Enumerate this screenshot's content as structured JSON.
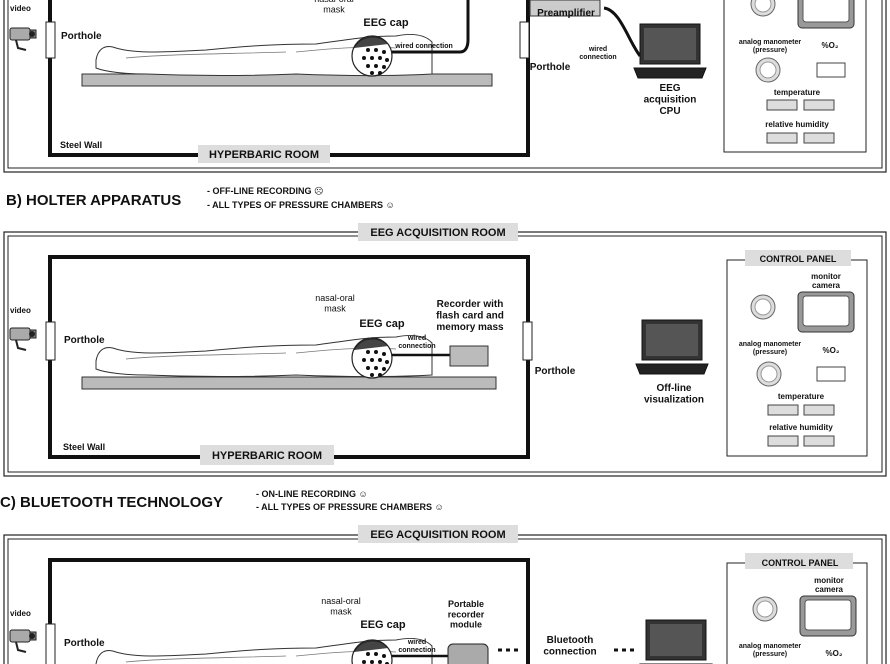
{
  "top": {
    "mask_label": "nasal-oral\nmask",
    "video_label": "video",
    "porthole_left": "Porthole",
    "eeg_cap": "EEG cap",
    "wired_connection": "wired connection",
    "preamplifier": "Preamplifier",
    "porthole_right": "Porthole",
    "wired_connection2": "wired\nconnection",
    "eeg_cpu": "EEG\nacquisition\nCPU",
    "steel_wall": "Steel Wall",
    "hyperbaric_room": "HYPERBARIC ROOM",
    "analog_manometer": "analog manometer\n(pressure)",
    "o2": "%O₂",
    "temperature": "temperature",
    "relative_humidity": "relative humidity"
  },
  "holter": {
    "title": "B) HOLTER APPARATUS",
    "note1": "- OFF-LINE RECORDING ☹",
    "note2": "- ALL TYPES OF PRESSURE CHAMBERS ☺",
    "acq_room": "EEG ACQUISITION ROOM",
    "video_label": "video",
    "porthole_left": "Porthole",
    "mask_label": "nasal-oral\nmask",
    "eeg_cap": "EEG cap",
    "recorder": "Recorder with\nflash card and\nmemory mass",
    "wired_connection": "wired\nconnection",
    "porthole_right": "Porthole",
    "offline_vis": "Off-line\nvisualization",
    "steel_wall": "Steel Wall",
    "hyperbaric_room": "HYPERBARIC ROOM",
    "control_panel": "CONTROL PANEL",
    "monitor_camera": "monitor\ncamera",
    "analog_manometer": "analog manometer\n(pressure)",
    "o2": "%O₂",
    "temperature": "temperature",
    "relative_humidity": "relative humidity"
  },
  "bluetooth": {
    "title": "C) BLUETOOTH TECHNOLOGY",
    "note1": "- ON-LINE RECORDING ☺",
    "note2": "- ALL TYPES OF PRESSURE CHAMBERS ☺",
    "acq_room": "EEG ACQUISITION ROOM",
    "video_label": "video",
    "porthole_left": "Porthole",
    "mask_label": "nasal-oral\nmask",
    "eeg_cap": "EEG cap",
    "portable": "Portable\nrecorder\nmodule",
    "wired_connection": "wired\nconnection",
    "bt_connection": "Bluetooth\nconnection",
    "control_panel": "CONTROL PANEL",
    "monitor_camera": "monitor\ncamera",
    "analog_manometer": "analog manometer\n(pressure)",
    "o2": "%O₂"
  }
}
